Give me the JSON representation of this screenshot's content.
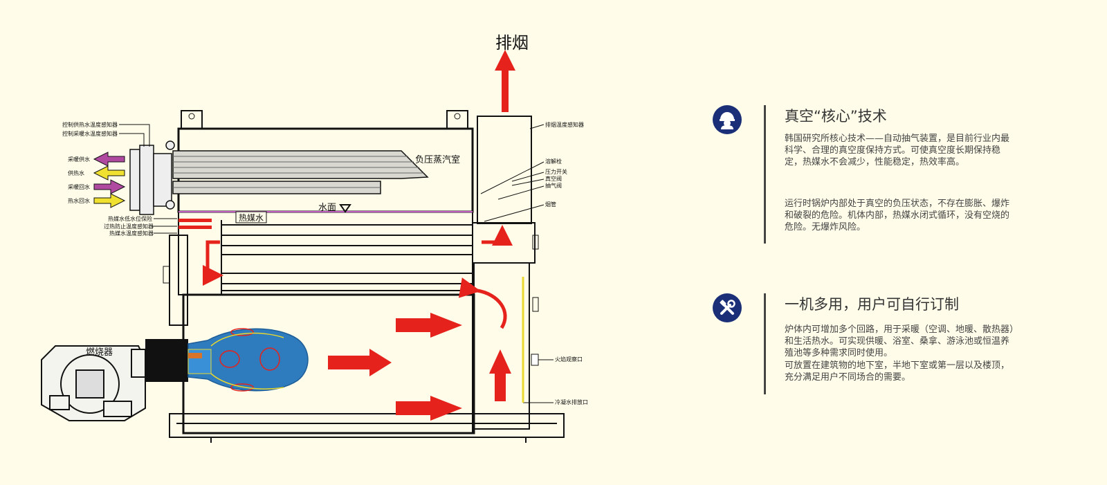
{
  "diagram": {
    "exhaust_label": "排烟",
    "burner_label": "燃烧器",
    "steam_chamber_label": "负压蒸汽室",
    "heat_medium_label": "热媒水",
    "water_level_label": "水面",
    "left_labels": [
      "控制供热水温度感知器",
      "控制采暖水温度感知器",
      "采暖供水",
      "供热水",
      "采暖回水",
      "热水回水",
      "热媒水低水位保险",
      "过热防止温度感知器",
      "热媒水温度感知器"
    ],
    "right_labels": [
      "排烟温度感知器",
      "溶解栓",
      "压力开关",
      "真空阀",
      "抽气阀",
      "烟管",
      "火焰观察口",
      "冷凝水排放口"
    ]
  },
  "features": [
    {
      "icon": "worker-helmet-icon",
      "title": "真空“核心”技术",
      "paragraphs": [
        "韩国研究所核心技术——自动抽气装置，是目前行业内最科学、合理的真空度保持方式。可使真空度长期保持稳定，热媒水不会减少，性能稳定，热效率高。",
        "运行时锅炉内部处于真空的负压状态，不存在膨胀、爆炸和破裂的危险。机体内部，热媒水闭式循环，没有空烧的危险。无爆炸风险。"
      ]
    },
    {
      "icon": "tools-icon",
      "title": "一机多用，用户可自行订制",
      "paragraphs": [
        "炉体内可增加多个回路，用于采暖（空调、地暖、散热器）和生活热水。可实现供暖、浴室、桑拿、游泳池或恒温养殖池等多种需求同时使用。",
        "可放置在建筑物的地下室，半地下室或第一层以及楼顶，充分满足用户不同场合的需要。"
      ]
    }
  ],
  "colors": {
    "background": "#fffde9",
    "arrow_red": "#e5221b",
    "flame_blue": "#2e7bbd",
    "icon_navy": "#1a2f78",
    "arrow_purple": "#b04aa0",
    "arrow_yellow": "#f0e030"
  }
}
